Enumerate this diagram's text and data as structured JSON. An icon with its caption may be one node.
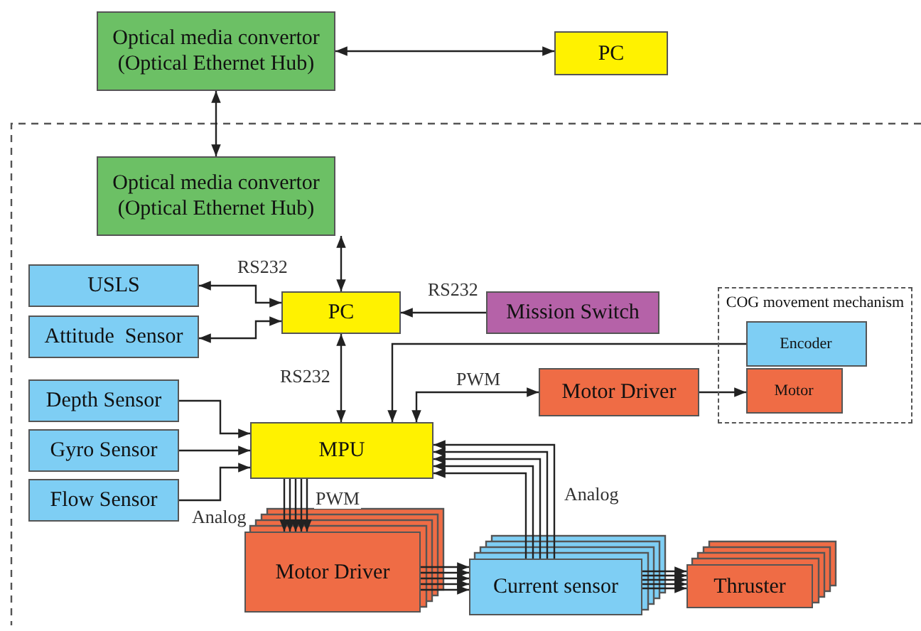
{
  "diagram": {
    "nodes": [
      {
        "text": [
          "Optical media convertor (Optical Ethernet Hub)"
        ]
      },
      {
        "text": [
          "PC"
        ]
      },
      {
        "text": [
          "Optical media convertor (Optical Ethernet Hub)"
        ]
      },
      {
        "text": [
          "USLS"
        ]
      },
      {
        "text": [
          "Attitude  Sensor"
        ]
      },
      {
        "text": [
          "PC"
        ]
      },
      {
        "text": [
          "Mission Switch"
        ]
      },
      {
        "text": [
          "COG movement mechanism"
        ]
      },
      {
        "text": [
          "Encoder"
        ],
        "in": 7
      },
      {
        "text": [
          "Motor"
        ],
        "in": 7
      },
      {
        "text": [
          "Depth Sensor"
        ]
      },
      {
        "text": [
          "Gyro Sensor"
        ]
      },
      {
        "text": [
          "Flow Sensor"
        ]
      },
      {
        "text": [
          "MPU"
        ]
      },
      {
        "text": [
          "Motor Driver"
        ]
      },
      {
        "text": [
          "Motor Driver"
        ]
      },
      {
        "text": [
          "Current sensor"
        ]
      },
      {
        "text": [
          "Thruster"
        ]
      }
    ],
    "edges": [
      {
        "from": 0,
        "to": 1,
        "arrow": "both"
      },
      {
        "from": 0,
        "to": 2,
        "arrow": "both"
      },
      {
        "from": 2,
        "to": 5,
        "arrow": "both"
      },
      {
        "from": 5,
        "to": 3,
        "arrow": "both",
        "label": "RS232"
      },
      {
        "from": 5,
        "to": 4,
        "arrow": "both"
      },
      {
        "from": 6,
        "to": 5,
        "arrow": "to",
        "label": "RS232"
      },
      {
        "from": 5,
        "to": 13,
        "arrow": "both",
        "label": "RS232"
      },
      {
        "from": 8,
        "to": 13,
        "arrow": "to"
      },
      {
        "from": 13,
        "to": 14,
        "arrow": "both",
        "label": "PWM"
      },
      {
        "from": 14,
        "to": 9,
        "arrow": "to"
      },
      {
        "from": 10,
        "to": 13,
        "arrow": "to"
      },
      {
        "from": 11,
        "to": 13,
        "arrow": "to"
      },
      {
        "from": 12,
        "to": 13,
        "arrow": "to",
        "label": "Analog"
      },
      {
        "from": 13,
        "to": 15,
        "arrow": "to"
      },
      {
        "from": 13,
        "to": 15,
        "arrow": "to"
      },
      {
        "from": 13,
        "to": 15,
        "arrow": "to"
      },
      {
        "from": 13,
        "to": 15,
        "arrow": "to"
      },
      {
        "from": 13,
        "to": 15,
        "arrow": "to",
        "label": "PWM"
      },
      {
        "from": 15,
        "to": 16,
        "arrow": "to"
      },
      {
        "from": 15,
        "to": 16,
        "arrow": "to"
      },
      {
        "from": 15,
        "to": 16,
        "arrow": "to"
      },
      {
        "from": 15,
        "to": 16,
        "arrow": "to"
      },
      {
        "from": 15,
        "to": 16,
        "arrow": "to"
      },
      {
        "from": 16,
        "to": 17,
        "arrow": "to"
      },
      {
        "from": 16,
        "to": 17,
        "arrow": "to"
      },
      {
        "from": 16,
        "to": 17,
        "arrow": "to"
      },
      {
        "from": 16,
        "to": 17,
        "arrow": "to"
      },
      {
        "from": 16,
        "to": 17,
        "arrow": "to"
      },
      {
        "from": 16,
        "to": 13,
        "arrow": "to"
      },
      {
        "from": 16,
        "to": 13,
        "arrow": "to"
      },
      {
        "from": 16,
        "to": 13,
        "arrow": "to"
      },
      {
        "from": 16,
        "to": 13,
        "arrow": "to"
      },
      {
        "from": 16,
        "to": 13,
        "arrow": "to",
        "label": "Analog"
      }
    ]
  }
}
